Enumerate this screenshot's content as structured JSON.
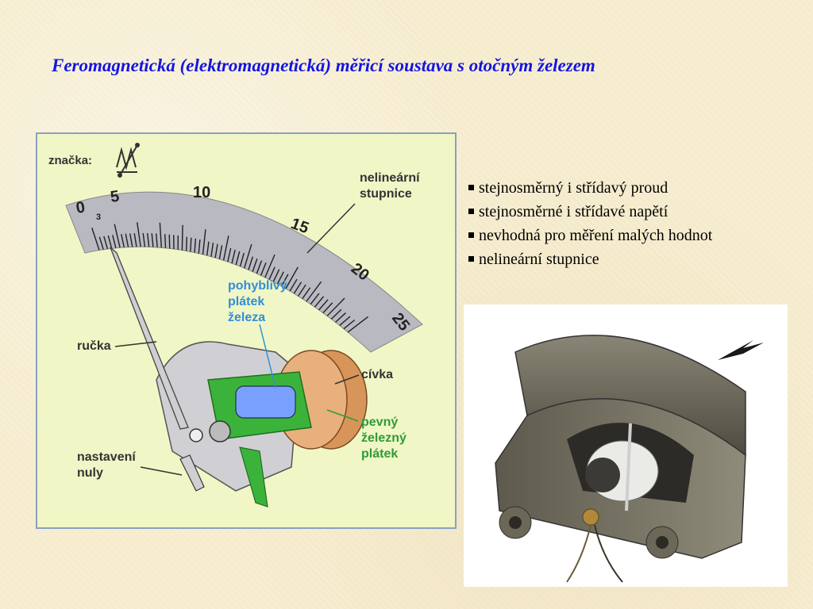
{
  "title": "Feromagnetická (elektromagnetická) měřicí soustava s otočným železem",
  "figure": {
    "symbol_label": "značka:",
    "scale_numbers": [
      "0",
      "3",
      "5",
      "10",
      "15",
      "20",
      "25"
    ],
    "labels": {
      "nonlinear_scale": [
        "nelineární",
        "stupnice"
      ],
      "moving_plate": [
        "pohyblivý",
        "plátek",
        "železa"
      ],
      "pointer": "ručka",
      "coil": "cívka",
      "fixed_plate": [
        "pevný",
        "železný",
        "plátek"
      ],
      "zero_adjust": [
        "nastavení",
        "nuly"
      ]
    },
    "colors": {
      "scale": "#b9b9c1",
      "iron_plate": "#3bb33b",
      "coil": "#d8955a",
      "moving_label": "#2f8fd8",
      "fixed_label": "#2e9b3a"
    }
  },
  "bullets": [
    "stejnosměrný i střídavý proud",
    "stejnosměrné i střídavé napětí",
    "nevhodná pro měření malých hodnot",
    "nelineární stupnice"
  ]
}
